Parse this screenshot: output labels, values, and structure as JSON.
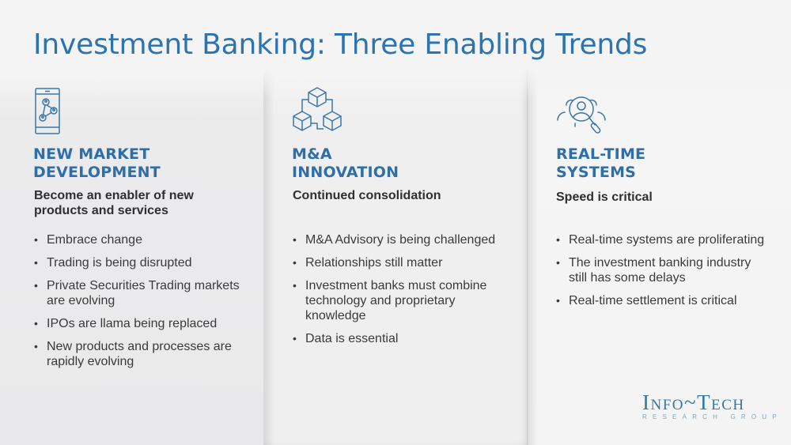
{
  "slide": {
    "title": "Investment Banking: Three Enabling Trends",
    "colors": {
      "title": "#2d74ae",
      "heading": "#2f6ea6",
      "icon": "#3b77a8",
      "body_text": "#3a3a3a"
    }
  },
  "columns": [
    {
      "icon": "mobile-network-icon",
      "heading_line1": "NEW MARKET",
      "heading_line2": "DEVELOPMENT",
      "subtitle_line1": "Become an enabler of new",
      "subtitle_line2": "products and services",
      "bullets": [
        {
          "line1": "Embrace change"
        },
        {
          "line1": "Trading is being disrupted"
        },
        {
          "line1": "Private Securities Trading markets",
          "line2": "are evolving"
        },
        {
          "line1": "IPOs are llama being replaced"
        },
        {
          "line1": "New products and processes are",
          "line2": "rapidly evolving"
        }
      ]
    },
    {
      "icon": "connected-cubes-icon",
      "heading_line1": "M&A",
      "heading_line2": "INNOVATION",
      "subtitle_line1": "Continued consolidation",
      "bullets": [
        {
          "line1": "M&A Advisory is being challenged"
        },
        {
          "line1": "Relationships still matter"
        },
        {
          "line1": "Investment banks must combine",
          "line2": "technology and proprietary",
          "line3": "knowledge"
        },
        {
          "line1": "Data is essential"
        }
      ]
    },
    {
      "icon": "people-search-icon",
      "heading_line1": "REAL-TIME",
      "heading_line2": "SYSTEMS",
      "subtitle_line1": "Speed is critical",
      "bullets": [
        {
          "line1": "Real-time systems are proliferating"
        },
        {
          "line1": "The investment banking industry",
          "line2": "still has some delays"
        },
        {
          "line1": "Real-time settlement is critical"
        }
      ]
    }
  ],
  "logo": {
    "main": "Info~Tech",
    "sub": "RESEARCH GROUP"
  },
  "bullet_glyph": "•"
}
